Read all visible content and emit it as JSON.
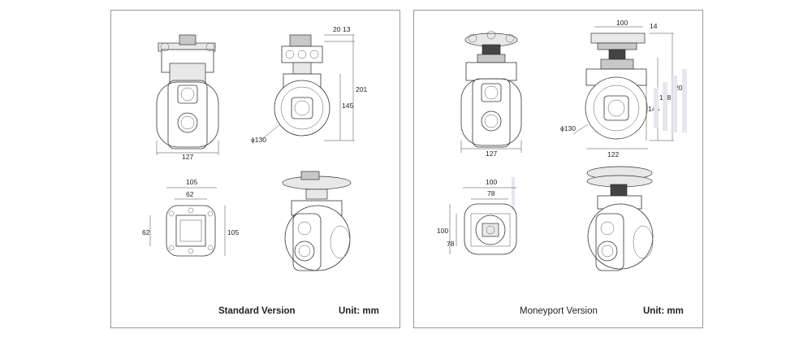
{
  "panels": [
    {
      "footer_title": "Standard Version",
      "footer_unit": "Unit: mm",
      "dims": {
        "front_width": "127",
        "side_top_a": "20",
        "side_top_b": "13",
        "side_height": "201",
        "side_body": "145",
        "side_diameter": "ϕ130",
        "bottom_outer": "105",
        "bottom_inner": "62",
        "bottom_left": "62",
        "bottom_right": "105"
      }
    },
    {
      "footer_title": "Moneyport Version",
      "footer_unit": "Unit: mm",
      "dims": {
        "front_width": "127",
        "side_top_w": "100",
        "side_top_h": "14",
        "side_height": "205",
        "side_178": "178",
        "side_body": "145",
        "side_diameter": "ϕ130",
        "side_width": "122",
        "bottom_outer": "100",
        "bottom_inner": "78",
        "bottom_left_a": "100",
        "bottom_left_b": "78"
      }
    }
  ]
}
